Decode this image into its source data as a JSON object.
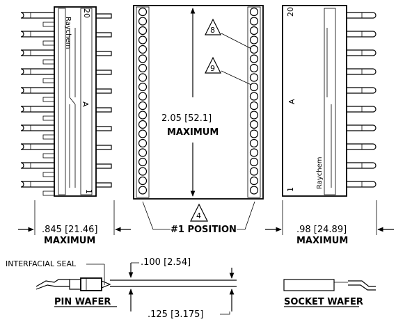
{
  "views": {
    "left": {
      "brand": "Raychem",
      "pin_top": "20",
      "pin_bottom": "1",
      "row_letter": "A",
      "width_dim": ".845 [21.46]",
      "width_note": "MAXIMUM"
    },
    "center": {
      "height_dim": "2.05 [52.1]",
      "height_note": "MAXIMUM",
      "callouts": [
        {
          "id": "8"
        },
        {
          "id": "9"
        },
        {
          "id": "4",
          "text": "#1 POSITION"
        }
      ]
    },
    "right": {
      "brand": "Raychem",
      "pin_top": "20",
      "pin_bottom": "1",
      "row_letter": "A",
      "width_dim": ".98 [24.89]",
      "width_note": "MAXIMUM"
    }
  },
  "side_views": {
    "seal_label": "INTERFACIAL SEAL",
    "dim_top": ".100 [2.54]",
    "dim_bottom": ".125 [3.175]",
    "pin_wafer": "PIN WAFER",
    "socket_wafer": "SOCKET WAFER"
  }
}
